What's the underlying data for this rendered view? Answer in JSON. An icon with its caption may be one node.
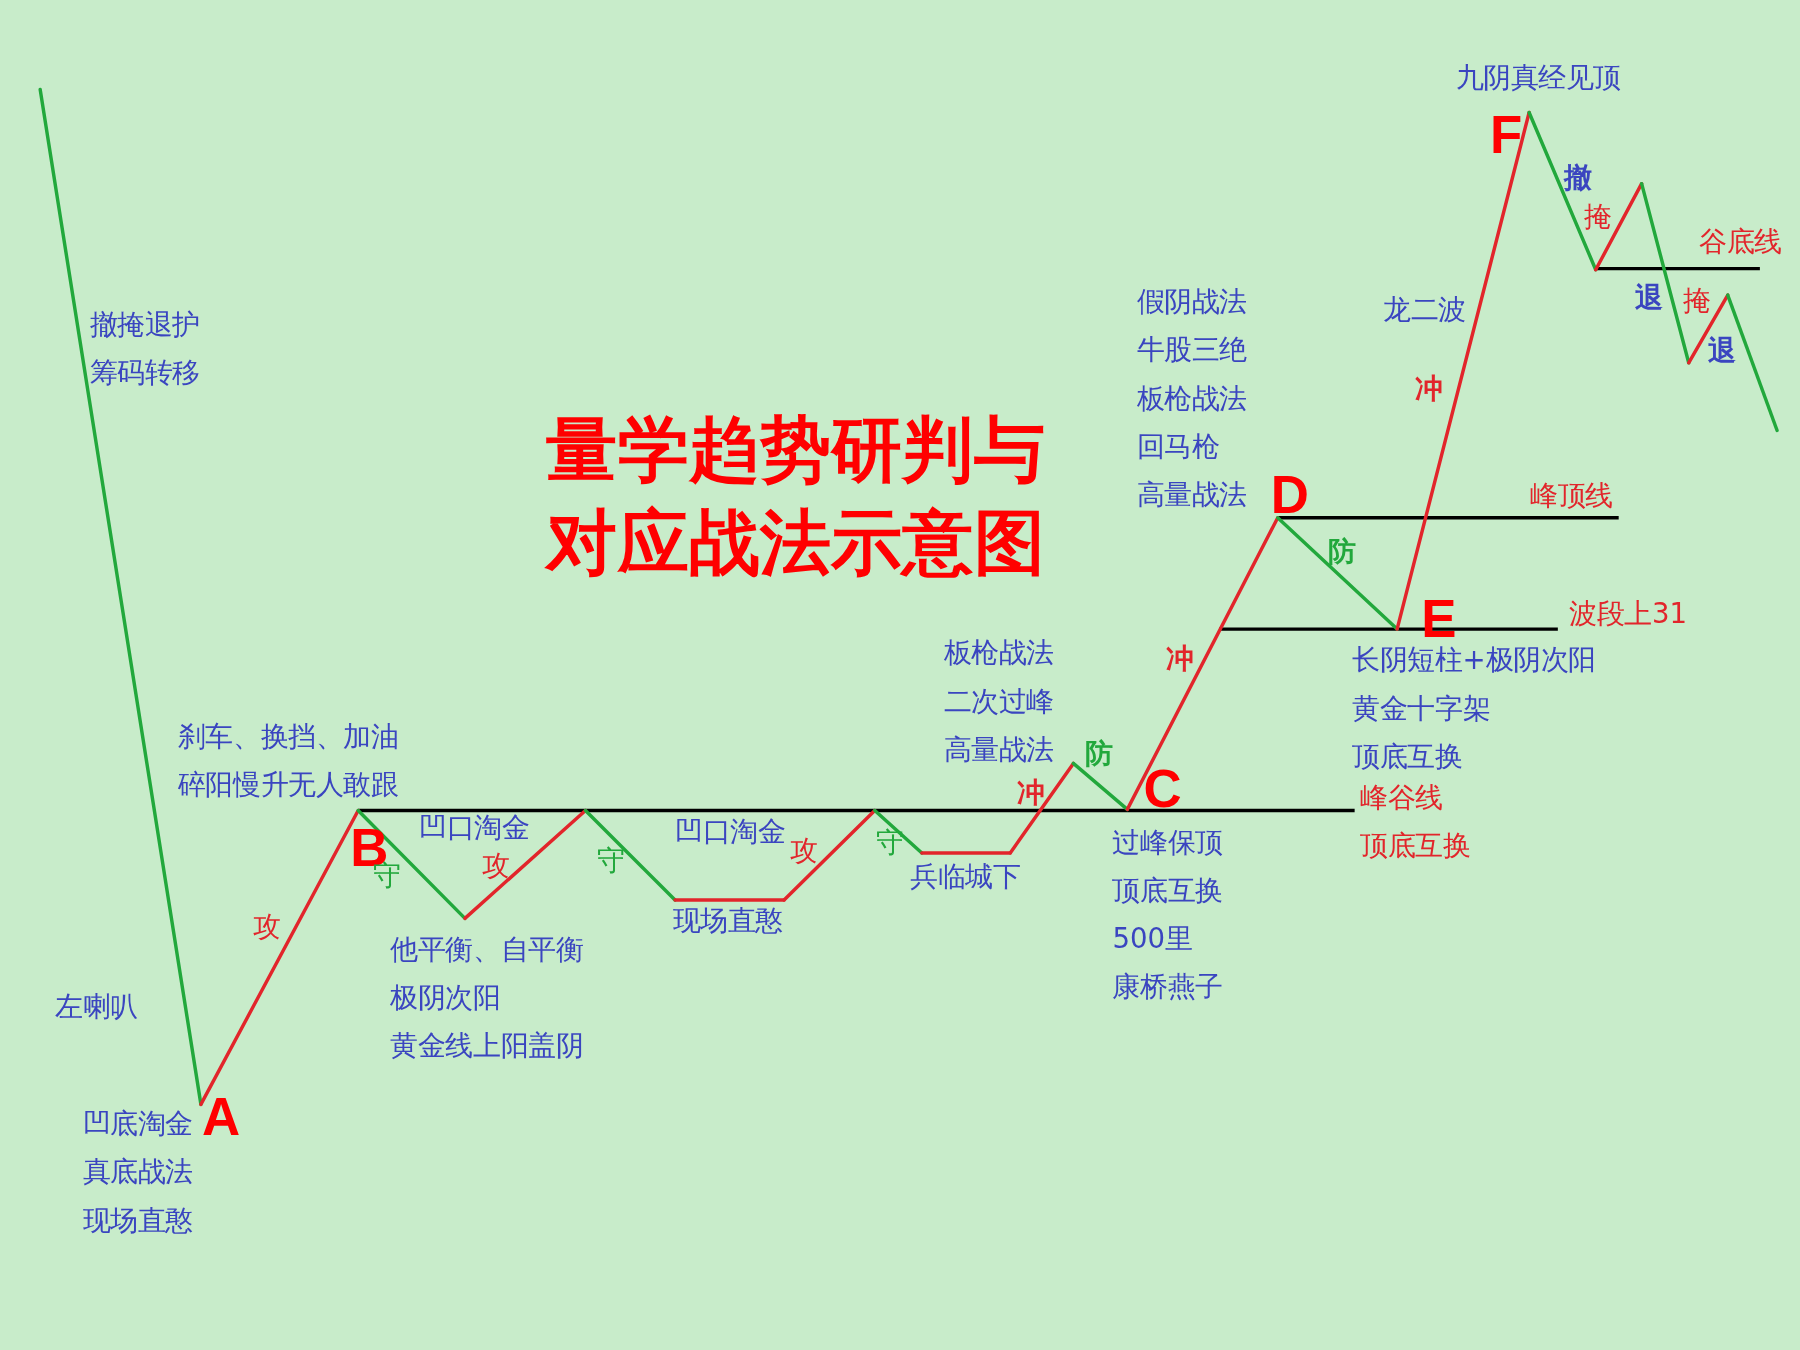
{
  "diagram": {
    "title": "量学趋势研判与对应战法示意图",
    "labels": [
      "九阴真经见顶",
      "F",
      "撤",
      "掩",
      "谷底线",
      "假阴战法",
      "龙二波",
      "退",
      "掩",
      "撤掩退护",
      "牛股三绝",
      "退",
      "筹码转移",
      "板枪战法",
      "冲",
      "回马枪",
      "高量战法",
      "D",
      "峰顶线",
      "防",
      "波段上31",
      "E",
      "板枪战法",
      "冲",
      "长阴短柱+极阴次阳",
      "二次过峰",
      "黄金十字架",
      "刹车、换挡、加油",
      "高量战法",
      "防",
      "顶底互换",
      "碎阳慢升无人敢跟",
      "冲",
      "C",
      "峰谷线",
      "凹口淘金",
      "凹口淘金",
      "攻",
      "B",
      "过峰保顶",
      "顶底互换",
      "守",
      "攻",
      "守",
      "守",
      "兵临城下",
      "顶底互换",
      "攻",
      "现场直憨",
      "他平衡、自平衡",
      "500里",
      "极阴次阳",
      "康桥燕子",
      "左喇叭",
      "黄金线上阳盖阴",
      "凹底淘金",
      "A",
      "真底战法",
      "现场直憨"
    ]
  }
}
